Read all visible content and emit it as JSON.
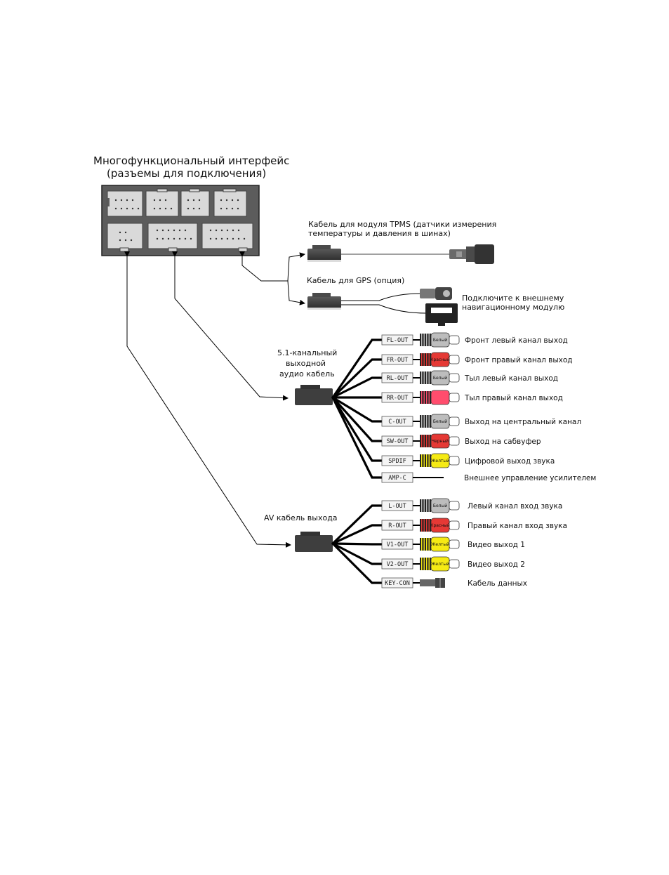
{
  "interface": {
    "title_line1": "Многофункциональный интерфейс",
    "title_line2": "(разъемы для подключения)"
  },
  "tpms": {
    "label_line1": "Кабель для модуля TPMS (датчики измерения",
    "label_line2": "температуры и давления в шинах)"
  },
  "gps": {
    "label": "Кабель для GPS (опция)",
    "note_line1": "Подключите к внешнему",
    "note_line2": "навигационному модулю"
  },
  "audio51": {
    "label_line1": "5.1-канальный",
    "label_line2": "выходной",
    "label_line3": "аудио кабель",
    "rows": [
      {
        "plug": "FL-OUT",
        "color": "Белый",
        "color_hex": "#bdbdbd",
        "desc": "Фронт левый канал выход"
      },
      {
        "plug": "FR-OUT",
        "color": "Красный",
        "color_hex": "#e53935",
        "desc": "Фронт правый канал выход"
      },
      {
        "plug": "RL-OUT",
        "color": "Белый",
        "color_hex": "#bdbdbd",
        "desc": "Тыл левый канал выход"
      },
      {
        "plug": "RR-OUT",
        "color": "",
        "color_hex": "#ff4d6d",
        "desc": "Тыл правый канал выход"
      },
      {
        "plug": "C-OUT",
        "color": "Белый",
        "color_hex": "#bdbdbd",
        "desc": "Выход на центральный канал"
      },
      {
        "plug": "SW-OUT",
        "color": "Черный",
        "color_hex": "#e53935",
        "desc": "Выход на сабвуфер"
      },
      {
        "plug": "SPDIF",
        "color": "Желтый",
        "color_hex": "#f5ea14",
        "desc": "Цифровой выход звука"
      },
      {
        "plug": "AMP-C",
        "color": "",
        "color_hex": "",
        "desc": "Внешнее управление усилителем"
      }
    ]
  },
  "av": {
    "label": "AV кабель выхода",
    "rows": [
      {
        "plug": "L-OUT",
        "color": "Белый",
        "color_hex": "#bdbdbd",
        "desc": "Левый канал вход звука"
      },
      {
        "plug": "R-OUT",
        "color": "Красный",
        "color_hex": "#e53935",
        "desc": "Правый канал вход звука"
      },
      {
        "plug": "V1-OUT",
        "color": "Желтый",
        "color_hex": "#f5ea14",
        "desc": "Видео выход 1"
      },
      {
        "plug": "V2-OUT",
        "color": "Желтый",
        "color_hex": "#f5ea14",
        "desc": "Видео выход 2"
      },
      {
        "plug": "KEY-CON",
        "color": "",
        "color_hex": "",
        "desc": "Кабель данных"
      }
    ]
  }
}
